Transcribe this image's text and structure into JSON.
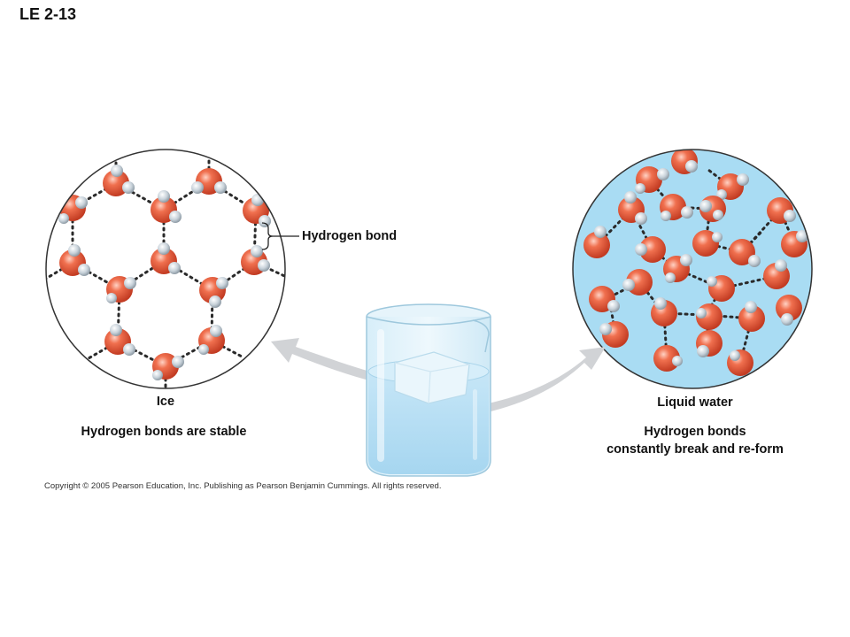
{
  "slide": {
    "title": "LE 2-13"
  },
  "ice": {
    "label": "Ice",
    "caption": "Hydrogen bonds are stable"
  },
  "liquid": {
    "label": "Liquid water",
    "caption_line1": "Hydrogen bonds",
    "caption_line2": "constantly break and re-form"
  },
  "callout": {
    "label": "Hydrogen bond"
  },
  "copyright": "Copyright © 2005 Pearson Education, Inc. Publishing as Pearson Benjamin Cummings. All rights reserved.",
  "colors": {
    "oxygen": "#e8503a",
    "hydrogen": "#c9d4dc",
    "liquid_bg": "#a9dcf3",
    "arrow": "#cfd2d5",
    "beaker_water": "#bfe3f6"
  }
}
